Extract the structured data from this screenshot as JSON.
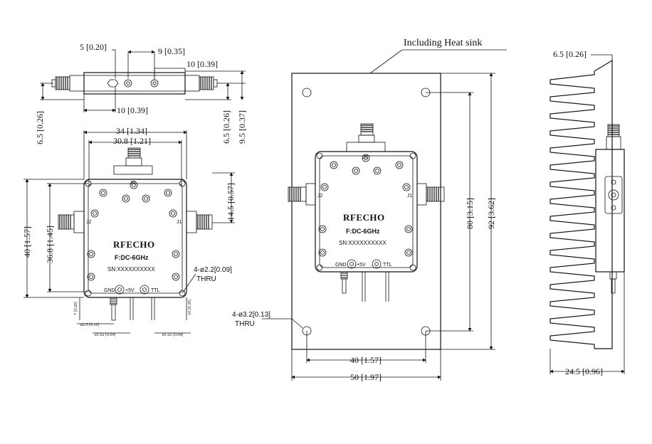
{
  "front_view": {
    "dims": {
      "d5": "5 [0.20]",
      "d9": "9 [0.35]",
      "d10_top": "10 [0.39]",
      "d10_bottom": "10 [0.39]",
      "d65_left": "6.5 [0.26]",
      "d65_right": "6.5 [0.26]",
      "d95": "9.5 [0.37]"
    }
  },
  "top_view": {
    "dims": {
      "width_34": "34 [1.34]",
      "width_308": "30.8 [1.21]",
      "height_40": "40 [1.57]",
      "height_368": "36.8 [1.45]",
      "conn_145": "14.5 [0.57]",
      "pin_7": "7 [0.28]",
      "pin_10": "10 [0.39]",
      "pin_25": "ø2.5 [0.10]",
      "pin_102a": "ø1.02 [0.04]",
      "pin_102b": "ø1.02 [0.04]"
    },
    "hole_note": "4-ø2.2[0.09]",
    "hole_note_2": "THRU",
    "brand": "RFECHO",
    "freq": "F:DC-6GHz",
    "serial": "SN:XXXXXXXXXX",
    "j0": "J0",
    "j1": "J1",
    "j2": "J2",
    "gnd": "GND",
    "plus5": "+5V",
    "ttl": "TTL"
  },
  "heatsink_view": {
    "title": "Including Heat sink",
    "dims": {
      "h80": "80 [3.15]",
      "h92": "92 [3.62]",
      "w40": "40 [1.57]",
      "w50": "50 [1.97]"
    },
    "hole_note": "4-ø3.2[0.13]",
    "hole_note_2": "THRU",
    "brand": "RFECHO",
    "freq": "F:DC-6GHz",
    "serial": "SN:XXXXXXXXXX",
    "j0": "J0",
    "j1": "J1",
    "j2": "J2",
    "gnd": "GND",
    "plus5": "+5V",
    "ttl": "TTL"
  },
  "side_view": {
    "dims": {
      "top": "6.5 [0.26]",
      "bottom": "24.5 [0.96]"
    }
  }
}
